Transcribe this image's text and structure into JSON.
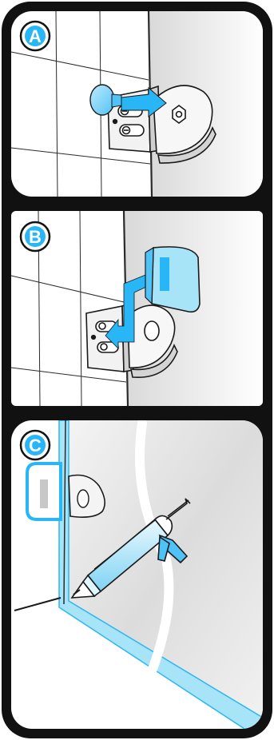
{
  "steps": [
    {
      "label": "A"
    },
    {
      "label": "B"
    },
    {
      "label": "C"
    }
  ],
  "colors": {
    "frame": "#111111",
    "accent": "#29b6f6",
    "accent_light": "#a8e4f7",
    "glass_gray": "#e7e7e7",
    "line": "#2a2a2a"
  }
}
